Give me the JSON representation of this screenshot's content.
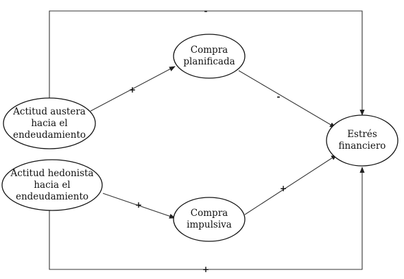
{
  "nodes": {
    "austera": {
      "lines": [
        "Actitud austera",
        "hacia el",
        "endeudamiento"
      ]
    },
    "hedonista": {
      "lines": [
        "Actitud hedonista",
        "hacia el",
        "endeudamiento"
      ]
    },
    "planificada": {
      "lines": [
        "Compra",
        "planificada"
      ]
    },
    "impulsiva": {
      "lines": [
        "Compra",
        "impulsiva"
      ]
    },
    "estres": {
      "lines": [
        "Estrés",
        "financiero"
      ]
    }
  },
  "edges": {
    "austera_planificada": {
      "sign": "+"
    },
    "planificada_estres": {
      "sign": "-"
    },
    "austera_estres_direct": {
      "sign": "-"
    },
    "hedonista_impulsiva": {
      "sign": "+"
    },
    "impulsiva_estres": {
      "sign": "+"
    },
    "hedonista_estres_direct": {
      "sign": "+"
    }
  }
}
